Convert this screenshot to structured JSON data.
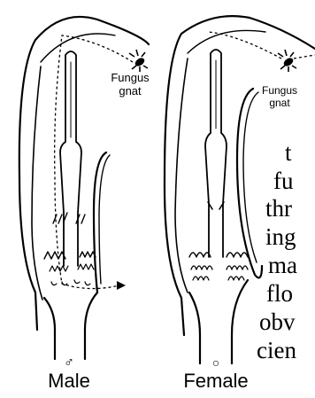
{
  "figure": {
    "male_panel": {
      "insect_label_line1": "Fungus",
      "insect_label_line2": "gnat",
      "sex_symbol": "♂",
      "caption": "Male"
    },
    "female_panel": {
      "insect_label_line1": "Fungus",
      "insect_label_line2": "gnat",
      "sex_symbol": "○",
      "caption": "Female"
    },
    "body_text_lines": [
      "t",
      "fu",
      "thr",
      "ing",
      "ma",
      "flo",
      "obv",
      "cien"
    ]
  },
  "colors": {
    "ink": "#000000",
    "background": "#ffffff"
  },
  "icons": [
    "fungus-gnat-icon",
    "male-symbol-icon",
    "female-symbol-icon"
  ]
}
